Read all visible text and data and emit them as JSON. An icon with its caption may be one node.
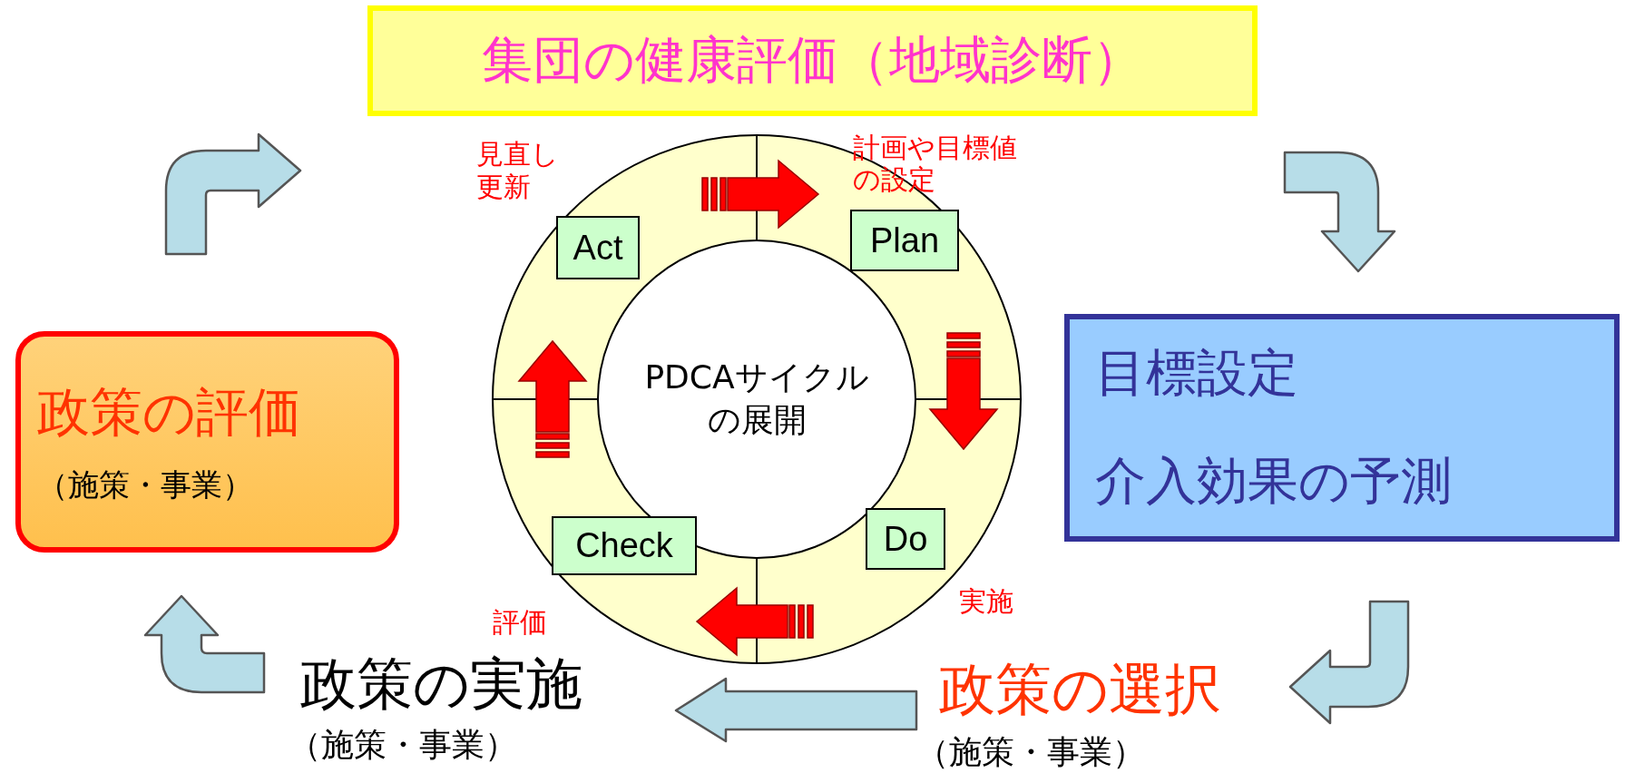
{
  "diagram": {
    "nodes": [
      {
        "text": [
          "集団の健康評価（地域診断）"
        ]
      },
      {
        "text": [
          "目標設定",
          "介入効果の予測"
        ]
      },
      {
        "text": [
          "政策の選択"
        ],
        "beside": [
          "（施策・事業）"
        ]
      },
      {
        "text": [
          "政策の実施"
        ],
        "beside": [
          "（施策・事業）"
        ]
      },
      {
        "text": [
          "政策の評価",
          "（施策・事業）"
        ]
      },
      {
        "text": [
          "PDCAサイクルの展開"
        ]
      },
      {
        "text": [
          "Plan"
        ],
        "beside": [
          "計画や目標値の設定"
        ]
      },
      {
        "text": [
          "Do"
        ],
        "beside": [
          "実施"
        ]
      },
      {
        "text": [
          "Check"
        ],
        "beside": [
          "評価"
        ]
      },
      {
        "text": [
          "Act"
        ],
        "beside": [
          "見直し更新"
        ]
      }
    ],
    "edges": [
      {
        "from": 0,
        "to": 1,
        "arrow": "to"
      },
      {
        "from": 1,
        "to": 2,
        "arrow": "to"
      },
      {
        "from": 2,
        "to": 3,
        "arrow": "to"
      },
      {
        "from": 3,
        "to": 4,
        "arrow": "to"
      },
      {
        "from": 4,
        "to": 0,
        "arrow": "to"
      },
      {
        "from": 9,
        "to": 6,
        "arrow": "to",
        "color": "#ff0000"
      },
      {
        "from": 6,
        "to": 7,
        "arrow": "to",
        "color": "#ff0000"
      },
      {
        "from": 7,
        "to": 8,
        "arrow": "to",
        "color": "#ff0000"
      },
      {
        "from": 8,
        "to": 9,
        "arrow": "to",
        "color": "#ff0000"
      }
    ]
  }
}
